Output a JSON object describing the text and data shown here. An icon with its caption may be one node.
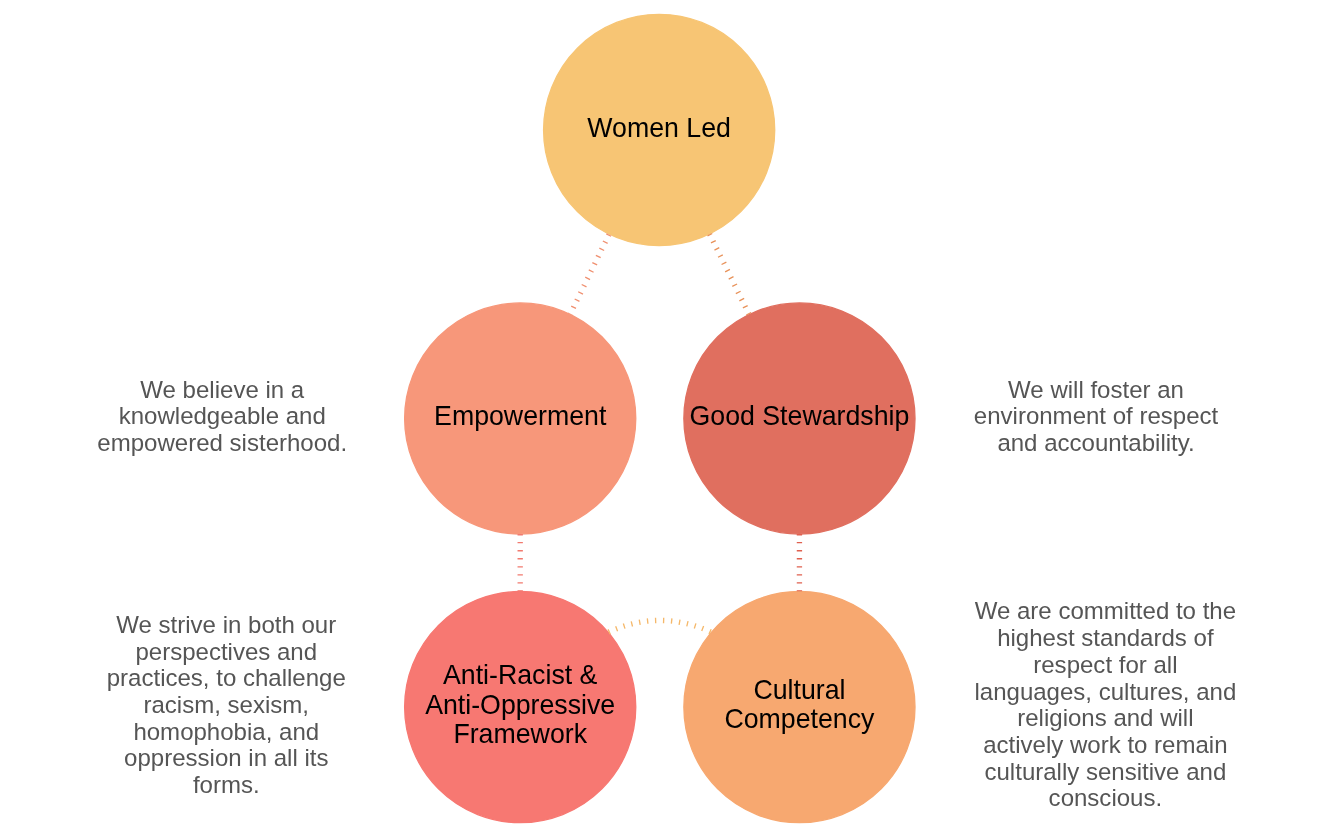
{
  "diagram": {
    "nodes": [
      {
        "text": [
          "Women Led"
        ]
      },
      {
        "text": [
          "Good Stewardship"
        ],
        "beside": [
          "We will foster an environment of respect and accountability."
        ]
      },
      {
        "text": [
          "Cultural Competency"
        ],
        "beside": [
          "We are committed to the highest standards of respect for all languages, cultures, and religions and will actively work to remain culturally sensitive and conscious."
        ]
      },
      {
        "text": [
          "Anti-Racist & Anti-Oppressive Framework"
        ],
        "beside": [
          "We strive in both our perspectives and practices, to challenge racism, sexism, homophobia, and oppression in all its forms."
        ]
      },
      {
        "text": [
          "Empowerment"
        ],
        "beside": [
          "We believe in a knowledgeable and empowered sisterhood."
        ]
      }
    ],
    "edges": [
      {
        "from": 0,
        "to": 1,
        "arrow": "none"
      },
      {
        "from": 1,
        "to": 2,
        "arrow": "none"
      },
      {
        "from": 2,
        "to": 3,
        "arrow": "none"
      },
      {
        "from": 3,
        "to": 4,
        "arrow": "none"
      },
      {
        "from": 4,
        "to": 0,
        "arrow": "none"
      }
    ]
  }
}
